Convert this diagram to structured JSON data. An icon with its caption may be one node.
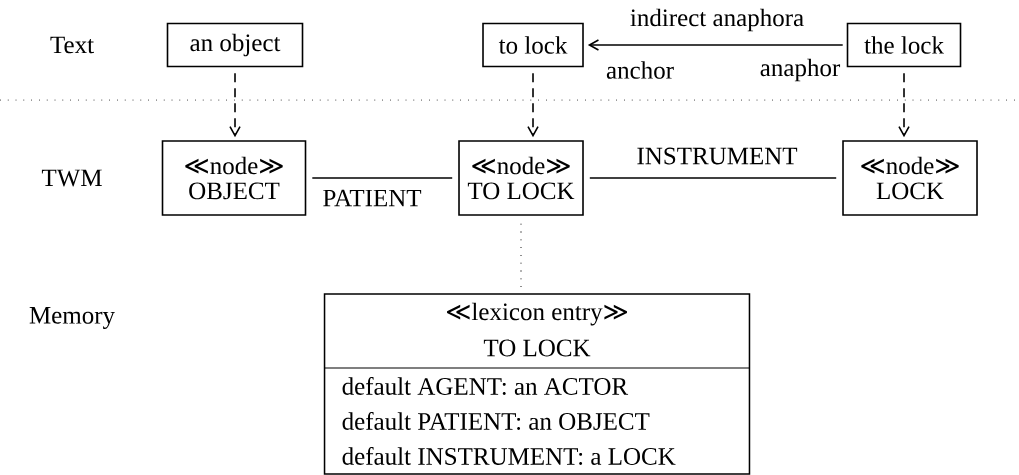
{
  "diagram": {
    "nodes": [
      {
        "text": [
          "an object"
        ]
      },
      {
        "text": [
          "to lock"
        ]
      },
      {
        "text": [
          "the lock"
        ]
      },
      {
        "text": [
          "≪node≫",
          "OBJECT"
        ]
      },
      {
        "text": [
          "≪node≫",
          "TO LOCK"
        ]
      },
      {
        "text": [
          "≪node≫",
          "LOCK"
        ]
      },
      {
        "text": [
          "≪lexicon entry≫",
          "TO LOCK",
          "default AGENT: an ACTOR",
          "default PATIENT: an OBJECT",
          "default INSTRUMENT: a LOCK"
        ]
      }
    ],
    "edges": [
      {
        "from": 0,
        "to": 3,
        "arrow": "to",
        "style": "dashed"
      },
      {
        "from": 1,
        "to": 4,
        "arrow": "to",
        "style": "dashed"
      },
      {
        "from": 2,
        "to": 1,
        "arrow": "to",
        "label": "indirect anaphora"
      },
      {
        "from": 2,
        "to": 5,
        "arrow": "to",
        "style": "dashed"
      },
      {
        "from": 3,
        "to": 4,
        "arrow": "none",
        "label": "PATIENT"
      },
      {
        "from": 4,
        "to": 5,
        "arrow": "none",
        "label": "INSTRUMENT"
      },
      {
        "from": 4,
        "to": 6,
        "arrow": "none",
        "style": "dashed"
      }
    ],
    "labels": [
      "Text",
      "anchor",
      "anaphor",
      "TWM",
      "Memory"
    ]
  }
}
